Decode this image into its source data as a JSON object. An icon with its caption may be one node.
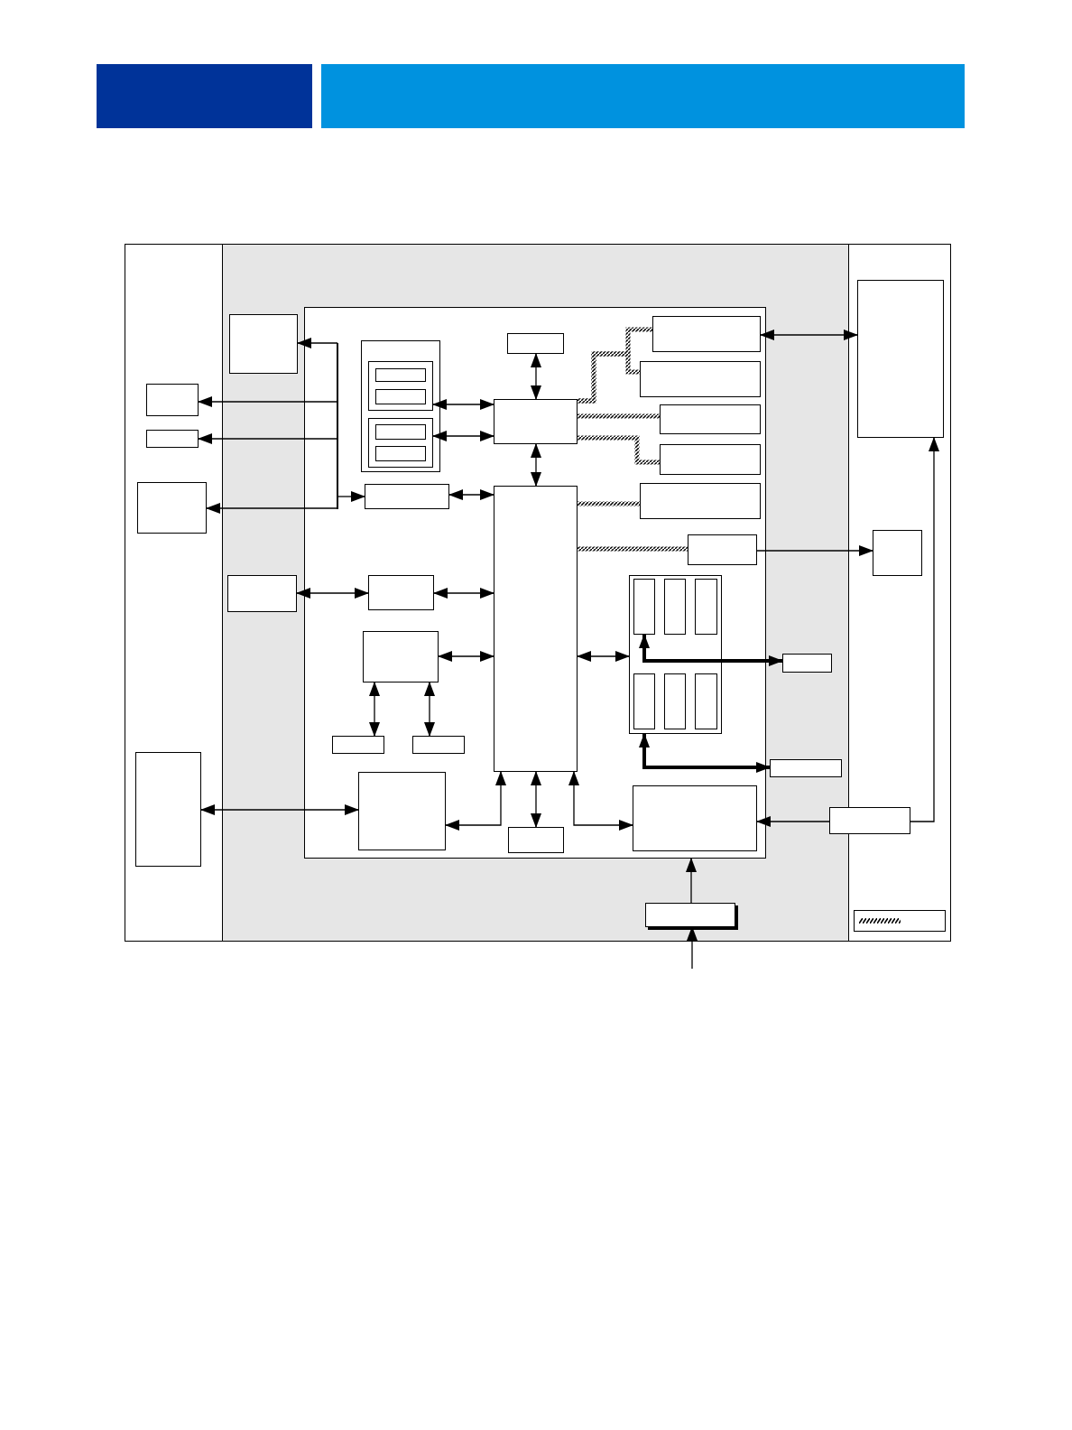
{
  "diagram": {
    "nodes": [
      {
        "text": [],
        "shape": "bar"
      },
      {
        "text": [],
        "shape": "bar"
      },
      {
        "text": [],
        "shape": "box"
      },
      {
        "text": [],
        "shape": "box"
      },
      {
        "text": [],
        "shape": "box"
      },
      {
        "text": [],
        "shape": "box",
        "in": 2
      },
      {
        "text": [],
        "shape": "box",
        "in": 2
      },
      {
        "text": [],
        "shape": "box",
        "in": 2
      },
      {
        "text": [],
        "shape": "box",
        "in": 2
      },
      {
        "text": [],
        "shape": "box",
        "in": 3
      },
      {
        "text": [],
        "shape": "box",
        "in": 3
      },
      {
        "text": [],
        "shape": "box",
        "in": 3
      },
      {
        "text": [],
        "shape": "box",
        "in": 11
      },
      {
        "text": [],
        "shape": "box",
        "in": 12
      },
      {
        "text": [],
        "shape": "box",
        "in": 13
      },
      {
        "text": [],
        "shape": "box",
        "in": 13
      },
      {
        "text": [],
        "shape": "box",
        "in": 12
      },
      {
        "text": [],
        "shape": "box",
        "in": 16
      },
      {
        "text": [],
        "shape": "box",
        "in": 16
      },
      {
        "text": [],
        "shape": "box",
        "in": 11
      },
      {
        "text": [],
        "shape": "box",
        "in": 11
      },
      {
        "text": [],
        "shape": "box",
        "in": 11
      },
      {
        "text": [],
        "shape": "box",
        "in": 11
      },
      {
        "text": [],
        "shape": "box",
        "in": 11
      },
      {
        "text": [],
        "shape": "box",
        "in": 11
      },
      {
        "text": [],
        "shape": "box",
        "in": 11
      },
      {
        "text": [],
        "shape": "box",
        "in": 11
      },
      {
        "text": [],
        "shape": "box",
        "in": 11
      },
      {
        "text": [],
        "shape": "box",
        "in": 11
      },
      {
        "text": [],
        "shape": "box",
        "in": 11
      },
      {
        "text": [],
        "shape": "box",
        "in": 11
      },
      {
        "text": [],
        "shape": "box",
        "in": 30
      },
      {
        "text": [],
        "shape": "box",
        "in": 30
      },
      {
        "text": [],
        "shape": "box",
        "in": 30
      },
      {
        "text": [],
        "shape": "box",
        "in": 11
      },
      {
        "text": [],
        "shape": "box",
        "in": 30
      },
      {
        "text": [],
        "shape": "box",
        "in": 30
      },
      {
        "text": [],
        "shape": "box",
        "in": 30
      },
      {
        "text": [],
        "shape": "box",
        "in": 11
      },
      {
        "text": [],
        "shape": "box",
        "in": 11
      },
      {
        "text": [],
        "shape": "box",
        "in": 11
      },
      {
        "text": [],
        "shape": "box",
        "in": 11
      },
      {
        "text": [],
        "shape": "box",
        "in": 11
      },
      {
        "text": [],
        "shape": "box",
        "in": 3
      },
      {
        "text": [],
        "shape": "box",
        "in": 3
      },
      {
        "text": [],
        "shape": "box",
        "in": 3
      },
      {
        "text": [],
        "shape": "box",
        "in": 4
      },
      {
        "text": [],
        "shape": "box",
        "in": 4
      },
      {
        "text": [],
        "shape": "box"
      },
      {
        "text": [],
        "shape": "box",
        "in": 4
      },
      {
        "text": [],
        "shape": "bar",
        "in": 11
      }
    ],
    "edges": [
      {
        "from": 50,
        "to": 9,
        "arrow": "to"
      },
      {
        "from": 50,
        "to": 5,
        "arrow": "to"
      },
      {
        "from": 50,
        "to": 6,
        "arrow": "to"
      },
      {
        "from": 50,
        "to": 7,
        "arrow": "to"
      },
      {
        "from": 50,
        "to": 25,
        "arrow": "to"
      },
      {
        "from": 13,
        "to": 20,
        "arrow": "both"
      },
      {
        "from": 16,
        "to": 20,
        "arrow": "both"
      },
      {
        "from": 19,
        "to": 20,
        "arrow": "both"
      },
      {
        "from": 20,
        "to": 26,
        "arrow": "both"
      },
      {
        "from": 25,
        "to": 26,
        "arrow": "both"
      },
      {
        "from": 10,
        "to": 29,
        "arrow": "both"
      },
      {
        "from": 29,
        "to": 26,
        "arrow": "both"
      },
      {
        "from": 34,
        "to": 26,
        "arrow": "both"
      },
      {
        "from": 34,
        "to": 38,
        "arrow": "both"
      },
      {
        "from": 34,
        "to": 39,
        "arrow": "both"
      },
      {
        "from": 8,
        "to": 40,
        "arrow": "both"
      },
      {
        "from": 26,
        "to": 40,
        "arrow": "both"
      },
      {
        "from": 26,
        "to": 42,
        "arrow": "both"
      },
      {
        "from": 26,
        "to": 41,
        "arrow": "both"
      },
      {
        "from": 20,
        "to": 21,
        "arrow": "none",
        "style": "thick"
      },
      {
        "from": 20,
        "to": 22,
        "arrow": "none",
        "style": "thick"
      },
      {
        "from": 20,
        "to": 23,
        "arrow": "none",
        "style": "thick"
      },
      {
        "from": 20,
        "to": 24,
        "arrow": "none",
        "style": "thick"
      },
      {
        "from": 26,
        "to": 27,
        "arrow": "none",
        "style": "thick"
      },
      {
        "from": 26,
        "to": 28,
        "arrow": "none",
        "style": "thick"
      },
      {
        "from": 21,
        "to": 46,
        "arrow": "both"
      },
      {
        "from": 28,
        "to": 47,
        "arrow": "to"
      },
      {
        "from": 26,
        "to": 30,
        "arrow": "both"
      },
      {
        "from": 31,
        "to": 43,
        "arrow": "both",
        "style": "thick"
      },
      {
        "from": 30,
        "to": 44,
        "arrow": "both",
        "style": "thick"
      },
      {
        "from": 48,
        "to": 41,
        "arrow": "to"
      },
      {
        "from": 48,
        "to": 46,
        "arrow": "to"
      },
      {
        "from": 45,
        "to": 11,
        "arrow": "to"
      },
      {
        "from": null,
        "to": 45,
        "arrow": "to"
      }
    ]
  }
}
